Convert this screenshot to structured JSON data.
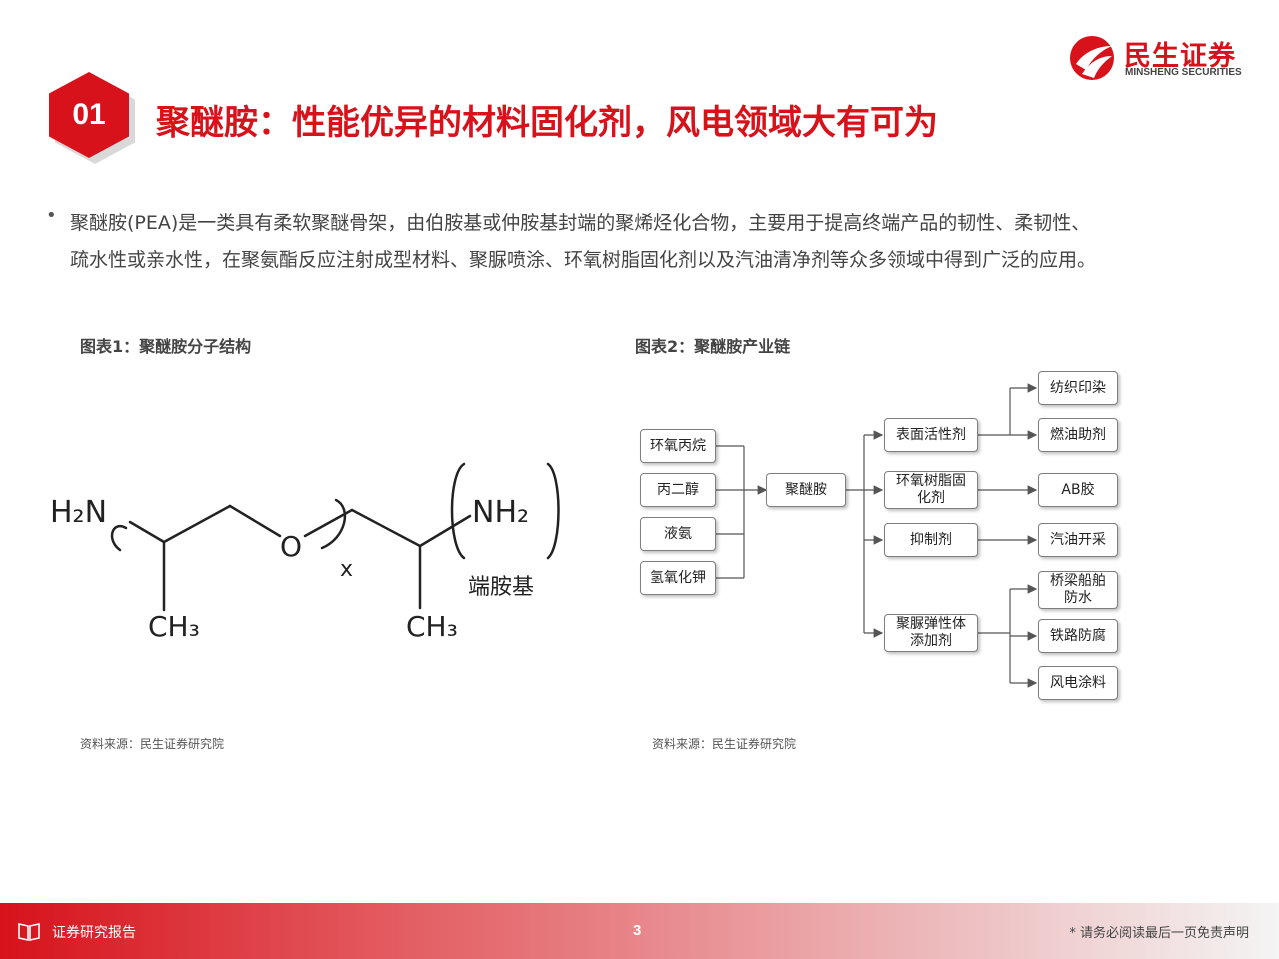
{
  "header": {
    "number": "01",
    "title": "聚醚胺：性能优异的材料固化剂，风电领域大有可为"
  },
  "logo": {
    "name_cn": "民生证券",
    "name_en": "MINSHENG SECURITIES"
  },
  "body": {
    "bullet_line1": "聚醚胺(PEA)是一类具有柔软聚醚骨架，由伯胺基或仲胺基封端的聚烯烃化合物，主要用于提高终端产品的韧性、柔韧性、",
    "bullet_line2": "疏水性或亲水性，在聚氨酯反应注射成型材料、聚脲喷涂、环氧树脂固化剂以及汽油清净剂等众多领域中得到广泛的应用。"
  },
  "figure1": {
    "title": "图表1：聚醚胺分子结构",
    "source": "资料来源：民生证券研究院",
    "labels": {
      "h2n": "H₂N",
      "o": "O",
      "x": "x",
      "nh2": "NH₂",
      "ch3_left": "CH₃",
      "ch3_right": "CH₃",
      "end_group": "端胺基"
    }
  },
  "figure2": {
    "title": "图表2：聚醚胺产业链",
    "source": "资料来源：民生证券研究院",
    "inputs": [
      "环氧丙烷",
      "丙二醇",
      "液氨",
      "氢氧化钾"
    ],
    "center": "聚醚胺",
    "uses": [
      [
        "表面活性剂"
      ],
      [
        "环氧树脂固",
        "化剂"
      ],
      [
        "抑制剂"
      ],
      [
        "聚脲弹性体",
        "添加剂"
      ]
    ],
    "apps": [
      [
        "纺织印染"
      ],
      [
        "燃油助剂"
      ],
      [
        "AB胶"
      ],
      [
        "汽油开采"
      ],
      [
        "桥梁船舶",
        "防水"
      ],
      [
        "铁路防腐"
      ],
      [
        "风电涂料"
      ]
    ]
  },
  "footer": {
    "left": "证券研究报告",
    "page": "3",
    "right": "* 请务必阅读最后一页免责声明"
  },
  "colors": {
    "brand_red": "#d7121b"
  }
}
